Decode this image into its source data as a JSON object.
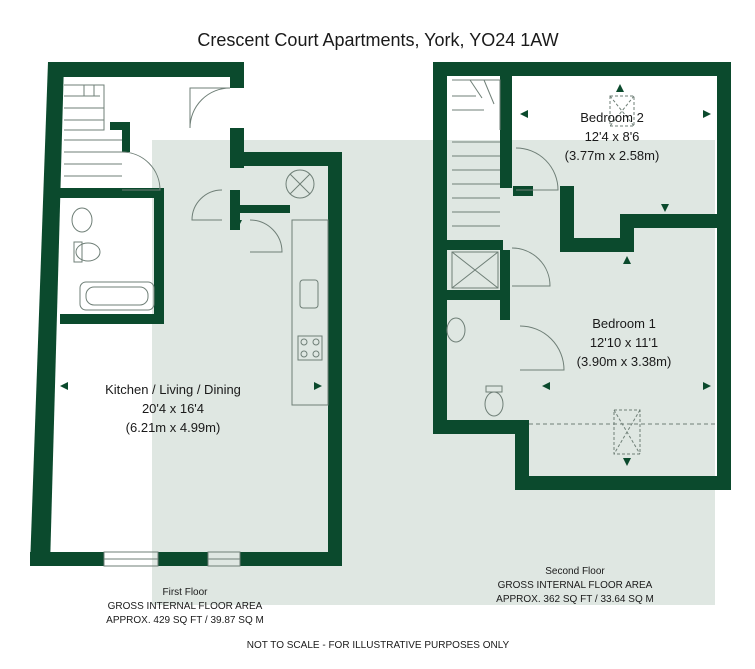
{
  "title": "Crescent Court Apartments, York, YO24 1AW",
  "colors": {
    "wall": "#0b4a2d",
    "shade": "#dfe7e2",
    "fixture": "#6f7f77",
    "text": "#1a1a1a"
  },
  "first_floor": {
    "rooms": [
      {
        "name": "Kitchen / Living / Dining",
        "size_imperial": "20'4 x 16'4",
        "size_metric": "(6.21m x 4.99m)"
      }
    ],
    "caption": {
      "floor": "First Floor",
      "area_label": "GROSS INTERNAL FLOOR AREA",
      "area_value": "APPROX. 429 SQ FT / 39.87 SQ M"
    }
  },
  "second_floor": {
    "rooms": [
      {
        "name": "Bedroom 2",
        "size_imperial": "12'4 x 8'6",
        "size_metric": "(3.77m x 2.58m)"
      },
      {
        "name": "Bedroom 1",
        "size_imperial": "12'10 x 11'1",
        "size_metric": "(3.90m x 3.38m)"
      }
    ],
    "caption": {
      "floor": "Second Floor",
      "area_label": "GROSS INTERNAL FLOOR AREA",
      "area_value": "APPROX. 362 SQ FT / 33.64 SQ M"
    }
  },
  "footer": "NOT TO SCALE - FOR ILLUSTRATIVE PURPOSES ONLY"
}
